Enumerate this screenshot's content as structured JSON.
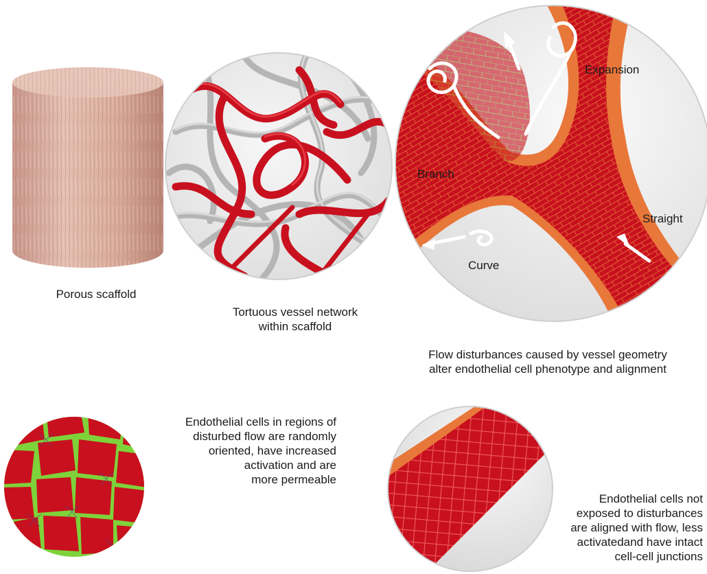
{
  "captions": {
    "scaffold": "Porous scaffold",
    "network_line1": "Tortuous vessel network",
    "network_line2": "within scaffold",
    "flow_line1": "Flow disturbances caused by vessel geometry",
    "flow_line2": "alter endothelial cell phenotype and alignment",
    "disturbed_line1": "Endothelial cells in regions of",
    "disturbed_line2": "disturbed flow are randomly",
    "disturbed_line3": "oriented, have increased",
    "disturbed_line4": "activation and are",
    "disturbed_line5": "more permeable",
    "aligned_line1": "Endothelial cells not",
    "aligned_line2": "exposed to disturbances",
    "aligned_line3": "are aligned with flow, less",
    "aligned_line4": "activatedand have intact",
    "aligned_line5": "cell-cell junctions"
  },
  "geometry_labels": {
    "expansion": "Expansion",
    "branch": "Branch",
    "straight": "Straight",
    "curve": "Curve"
  },
  "colors": {
    "vessel_red": "#c8101e",
    "vessel_wall": "#e8773a",
    "junction_green": "#7ed23a",
    "scaffold_pink": "#d9aa98",
    "fiber_gray": "#b8b8b8"
  }
}
